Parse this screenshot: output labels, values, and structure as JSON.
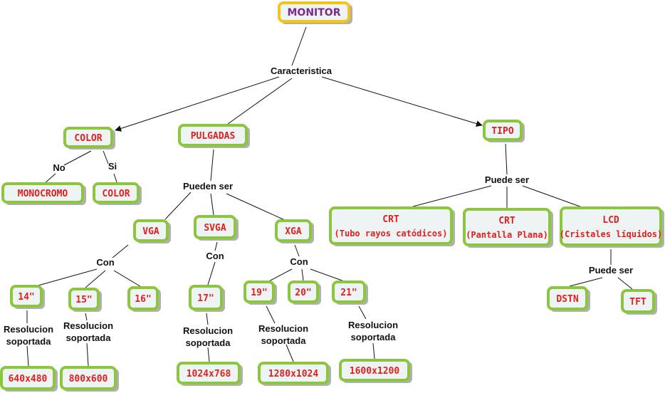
{
  "root": "MONITOR",
  "nodes": {
    "monitor": [
      "MONITOR"
    ],
    "color": [
      "COLOR"
    ],
    "pulgadas": [
      "PULGADAS"
    ],
    "tipo": [
      "TIPO"
    ],
    "monocromo": [
      "MONOCROMO"
    ],
    "color2": [
      "COLOR"
    ],
    "vga": [
      "VGA"
    ],
    "svga": [
      "SVGA"
    ],
    "xga": [
      "XGA"
    ],
    "crt1": [
      "CRT",
      "(Tubo rayos catódicos)"
    ],
    "crt2": [
      "CRT",
      "(Pantalla Plana)"
    ],
    "lcd": [
      "LCD",
      "(Cristales líquidos)"
    ],
    "n14": [
      "14\""
    ],
    "n15": [
      "15\""
    ],
    "n16": [
      "16\""
    ],
    "n17": [
      "17\""
    ],
    "n19": [
      "19\""
    ],
    "n20": [
      "20\""
    ],
    "n21": [
      "21\""
    ],
    "r640": [
      "640x480"
    ],
    "r800": [
      "800x600"
    ],
    "r1024": [
      "1024x768"
    ],
    "r1280": [
      "1280x1024"
    ],
    "r1600": [
      "1600x1200"
    ],
    "dstn": [
      "DSTN"
    ],
    "tft": [
      "TFT"
    ]
  },
  "labels": {
    "caracteristica": [
      "Caracteristica"
    ],
    "no": [
      "No"
    ],
    "si": [
      "Si"
    ],
    "pueden_ser": [
      "Pueden ser"
    ],
    "puede_ser_tipo": [
      "Puede ser"
    ],
    "con_vga": [
      "Con"
    ],
    "con_svga": [
      "Con"
    ],
    "con_xga": [
      "Con"
    ],
    "res1": [
      "Resolucion",
      "soportada"
    ],
    "res2": [
      "Resolucion",
      "soportada"
    ],
    "res3": [
      "Resolucion",
      "soportada"
    ],
    "res4": [
      "Resolucion",
      "soportada"
    ],
    "res5": [
      "Resolucion",
      "soportada"
    ],
    "puede_ser_lcd": [
      "Puede ser"
    ]
  }
}
